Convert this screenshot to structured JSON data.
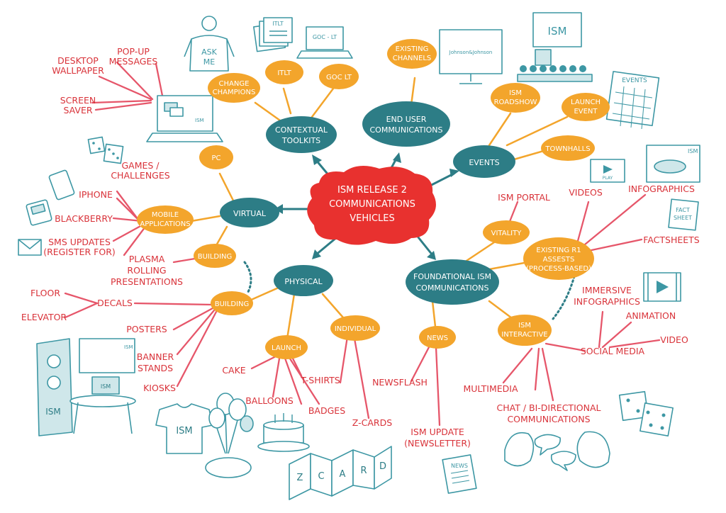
{
  "colors": {
    "central": "#e8312f",
    "main": "#2d7d86",
    "sub": "#f3a52c",
    "leaf_line": "#e6566a",
    "leaf_text": "#d9333a",
    "sketch": "#3d97a4"
  },
  "central": [
    "ISM RELEASE 2",
    "COMMUNICATIONS",
    "VEHICLES"
  ],
  "main_nodes": {
    "contextual_toolkits": [
      "CONTEXTUAL",
      "TOOLKITS"
    ],
    "end_user_communications": [
      "END USER",
      "COMMUNICATIONS"
    ],
    "events": [
      "EVENTS"
    ],
    "virtual": [
      "VIRTUAL"
    ],
    "physical": [
      "PHYSICAL"
    ],
    "foundational": [
      "FOUNDATIONAL ISM",
      "COMMUNICATIONS"
    ]
  },
  "sub_nodes": {
    "change_champions": [
      "CHANGE",
      "CHAMPIONS"
    ],
    "itlt": [
      "ITLT"
    ],
    "goc_lt": [
      "GOC LT"
    ],
    "existing_channels": [
      "EXISTING",
      "CHANNELS"
    ],
    "ism_roadshow": [
      "ISM",
      "ROADSHOW"
    ],
    "launch_event": [
      "LAUNCH",
      "EVENT"
    ],
    "townhalls": [
      "TOWNHALLS"
    ],
    "pc": [
      "PC"
    ],
    "mobile_applications": [
      "MOBILE",
      "APPLICATIONS"
    ],
    "building_virtual": [
      "BUILDING"
    ],
    "building_physical": [
      "BUILDING"
    ],
    "launch": [
      "LAUNCH"
    ],
    "individual": [
      "INDIVIDUAL"
    ],
    "vitality": [
      "VITALITY"
    ],
    "existing_r1": [
      "EXISTING R1",
      "ASSESTS",
      "(PROCESS-BASED)"
    ],
    "news": [
      "NEWS"
    ],
    "ism_interactive": [
      "ISM",
      "INTERACTIVE"
    ]
  },
  "leaf_labels": {
    "popup": [
      "POP-UP",
      "MESSAGES"
    ],
    "desktop": [
      "DESKTOP",
      "WALLPAPER"
    ],
    "screensaver": [
      "SCREEN",
      "SAVER"
    ],
    "games": [
      "GAMES /",
      "CHALLENGES"
    ],
    "iphone": [
      "IPHONE"
    ],
    "blackberry": [
      "BLACKBERRY"
    ],
    "sms": [
      "SMS UPDATES",
      "(REGISTER FOR)"
    ],
    "plasma": [
      "PLASMA",
      "ROLLING",
      "PRESENTATIONS"
    ],
    "floor": [
      "FLOOR"
    ],
    "decals": [
      "DECALS"
    ],
    "elevator": [
      "ELEVATOR"
    ],
    "posters": [
      "POSTERS"
    ],
    "banner": [
      "BANNER",
      "STANDS"
    ],
    "kiosks": [
      "KIOSKS"
    ],
    "cake": [
      "CAKE"
    ],
    "balloons": [
      "BALLOONS"
    ],
    "tshirts": [
      "T-SHIRTS"
    ],
    "badges": [
      "BADGES"
    ],
    "zcards": [
      "Z-CARDS"
    ],
    "newsflash": [
      "NEWSFLASH"
    ],
    "ism_update": [
      "ISM UPDATE",
      "(NEWSLETTER)"
    ],
    "ism_portal": [
      "ISM PORTAL"
    ],
    "videos": [
      "VIDEOS"
    ],
    "infographics": [
      "INFOGRAPHICS"
    ],
    "factsheets": [
      "FACTSHEETS"
    ],
    "immersive": [
      "IMMERSIVE",
      "INFOGRAPHICS"
    ],
    "animation": [
      "ANIMATION"
    ],
    "video": [
      "VIDEO"
    ],
    "social_media": [
      "SOCIAL MEDIA"
    ],
    "multimedia": [
      "MULTIMEDIA"
    ],
    "chat": [
      "CHAT / BI-DIRECTIONAL",
      "COMMUNICATIONS"
    ]
  },
  "sketch_text": {
    "ask_me": [
      "ASK",
      "ME"
    ],
    "itlt_doc": "ITLT",
    "goc_lt_laptop": "GOC - LT",
    "jnj_monitor": "Johnson&Johnson",
    "ism_presentation": "ISM",
    "events_calendar": "EVENTS",
    "laptop_ism": "ISM",
    "play_button": "PLAY",
    "ism_infographic": "ISM",
    "fact_sheet": [
      "FACT",
      "SHEET"
    ],
    "kiosk_ism": "ISM",
    "kiosk_laptop": "ISM",
    "kiosk_board": "ISM",
    "tshirt_ism": "ISM",
    "zcard_letters": [
      "Z",
      "C",
      "A",
      "R",
      "D"
    ],
    "news_paper": "NEWS"
  }
}
